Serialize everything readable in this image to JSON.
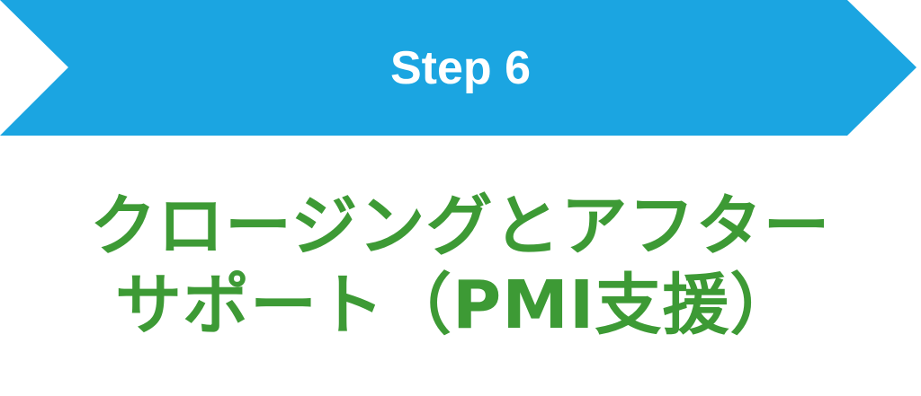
{
  "banner": {
    "label": "Step 6",
    "color": "#1ba5e1"
  },
  "title": {
    "line1": "クロージングとアフター",
    "line2": "サポート（PMI支援）",
    "color": "#3d9a35"
  }
}
